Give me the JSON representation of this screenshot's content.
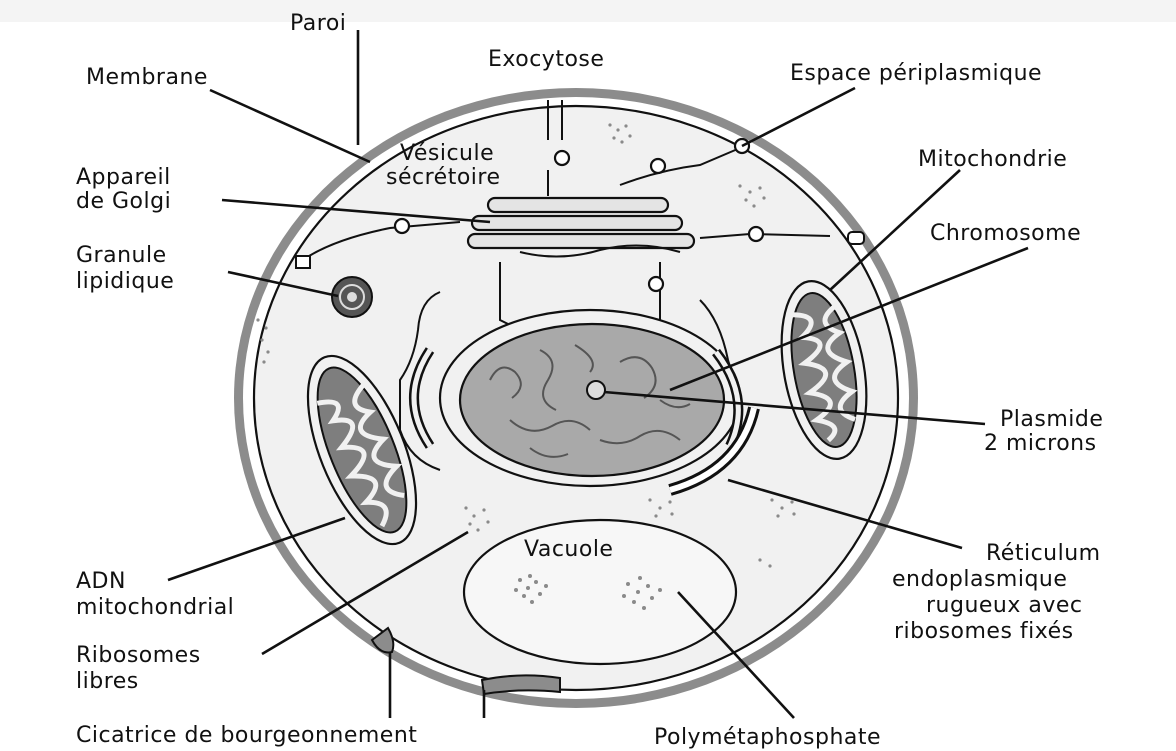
{
  "diagram": {
    "labels": {
      "paroi": "Paroi",
      "membrane": "Membrane",
      "exocytose": "Exocytose",
      "espace_periplasmique": "Espace périplasmique",
      "vesicule_line1": "Vésicule",
      "vesicule_line2": "sécrétoire",
      "appareil_line1": "Appareil",
      "appareil_line2": "de Golgi",
      "mitochondrie": "Mitochondrie",
      "chromosome": "Chromosome",
      "granule_line1": "Granule",
      "granule_line2": "lipidique",
      "plasmide_line1": "Plasmide",
      "plasmide_line2": "2 microns",
      "vacuole": "Vacuole",
      "reticulum_line1": "Réticulum",
      "reticulum_line2": "endoplasmique",
      "reticulum_line3": "rugueux avec",
      "reticulum_line4": "ribosomes fixés",
      "adn_line1": "ADN",
      "adn_line2": "mitochondrial",
      "ribosomes_line1": "Ribosomes",
      "ribosomes_line2": "libres",
      "cicatrice": "Cicatrice de bourgeonnement",
      "polymetaphosphate": "Polymétaphosphate"
    },
    "colors": {
      "wall": "#8c8c8c",
      "cytoplasm": "#f1f1f1",
      "nucleus": "#a9a9a9",
      "vacuole": "#f7f7f7",
      "ink": "#111111"
    }
  }
}
